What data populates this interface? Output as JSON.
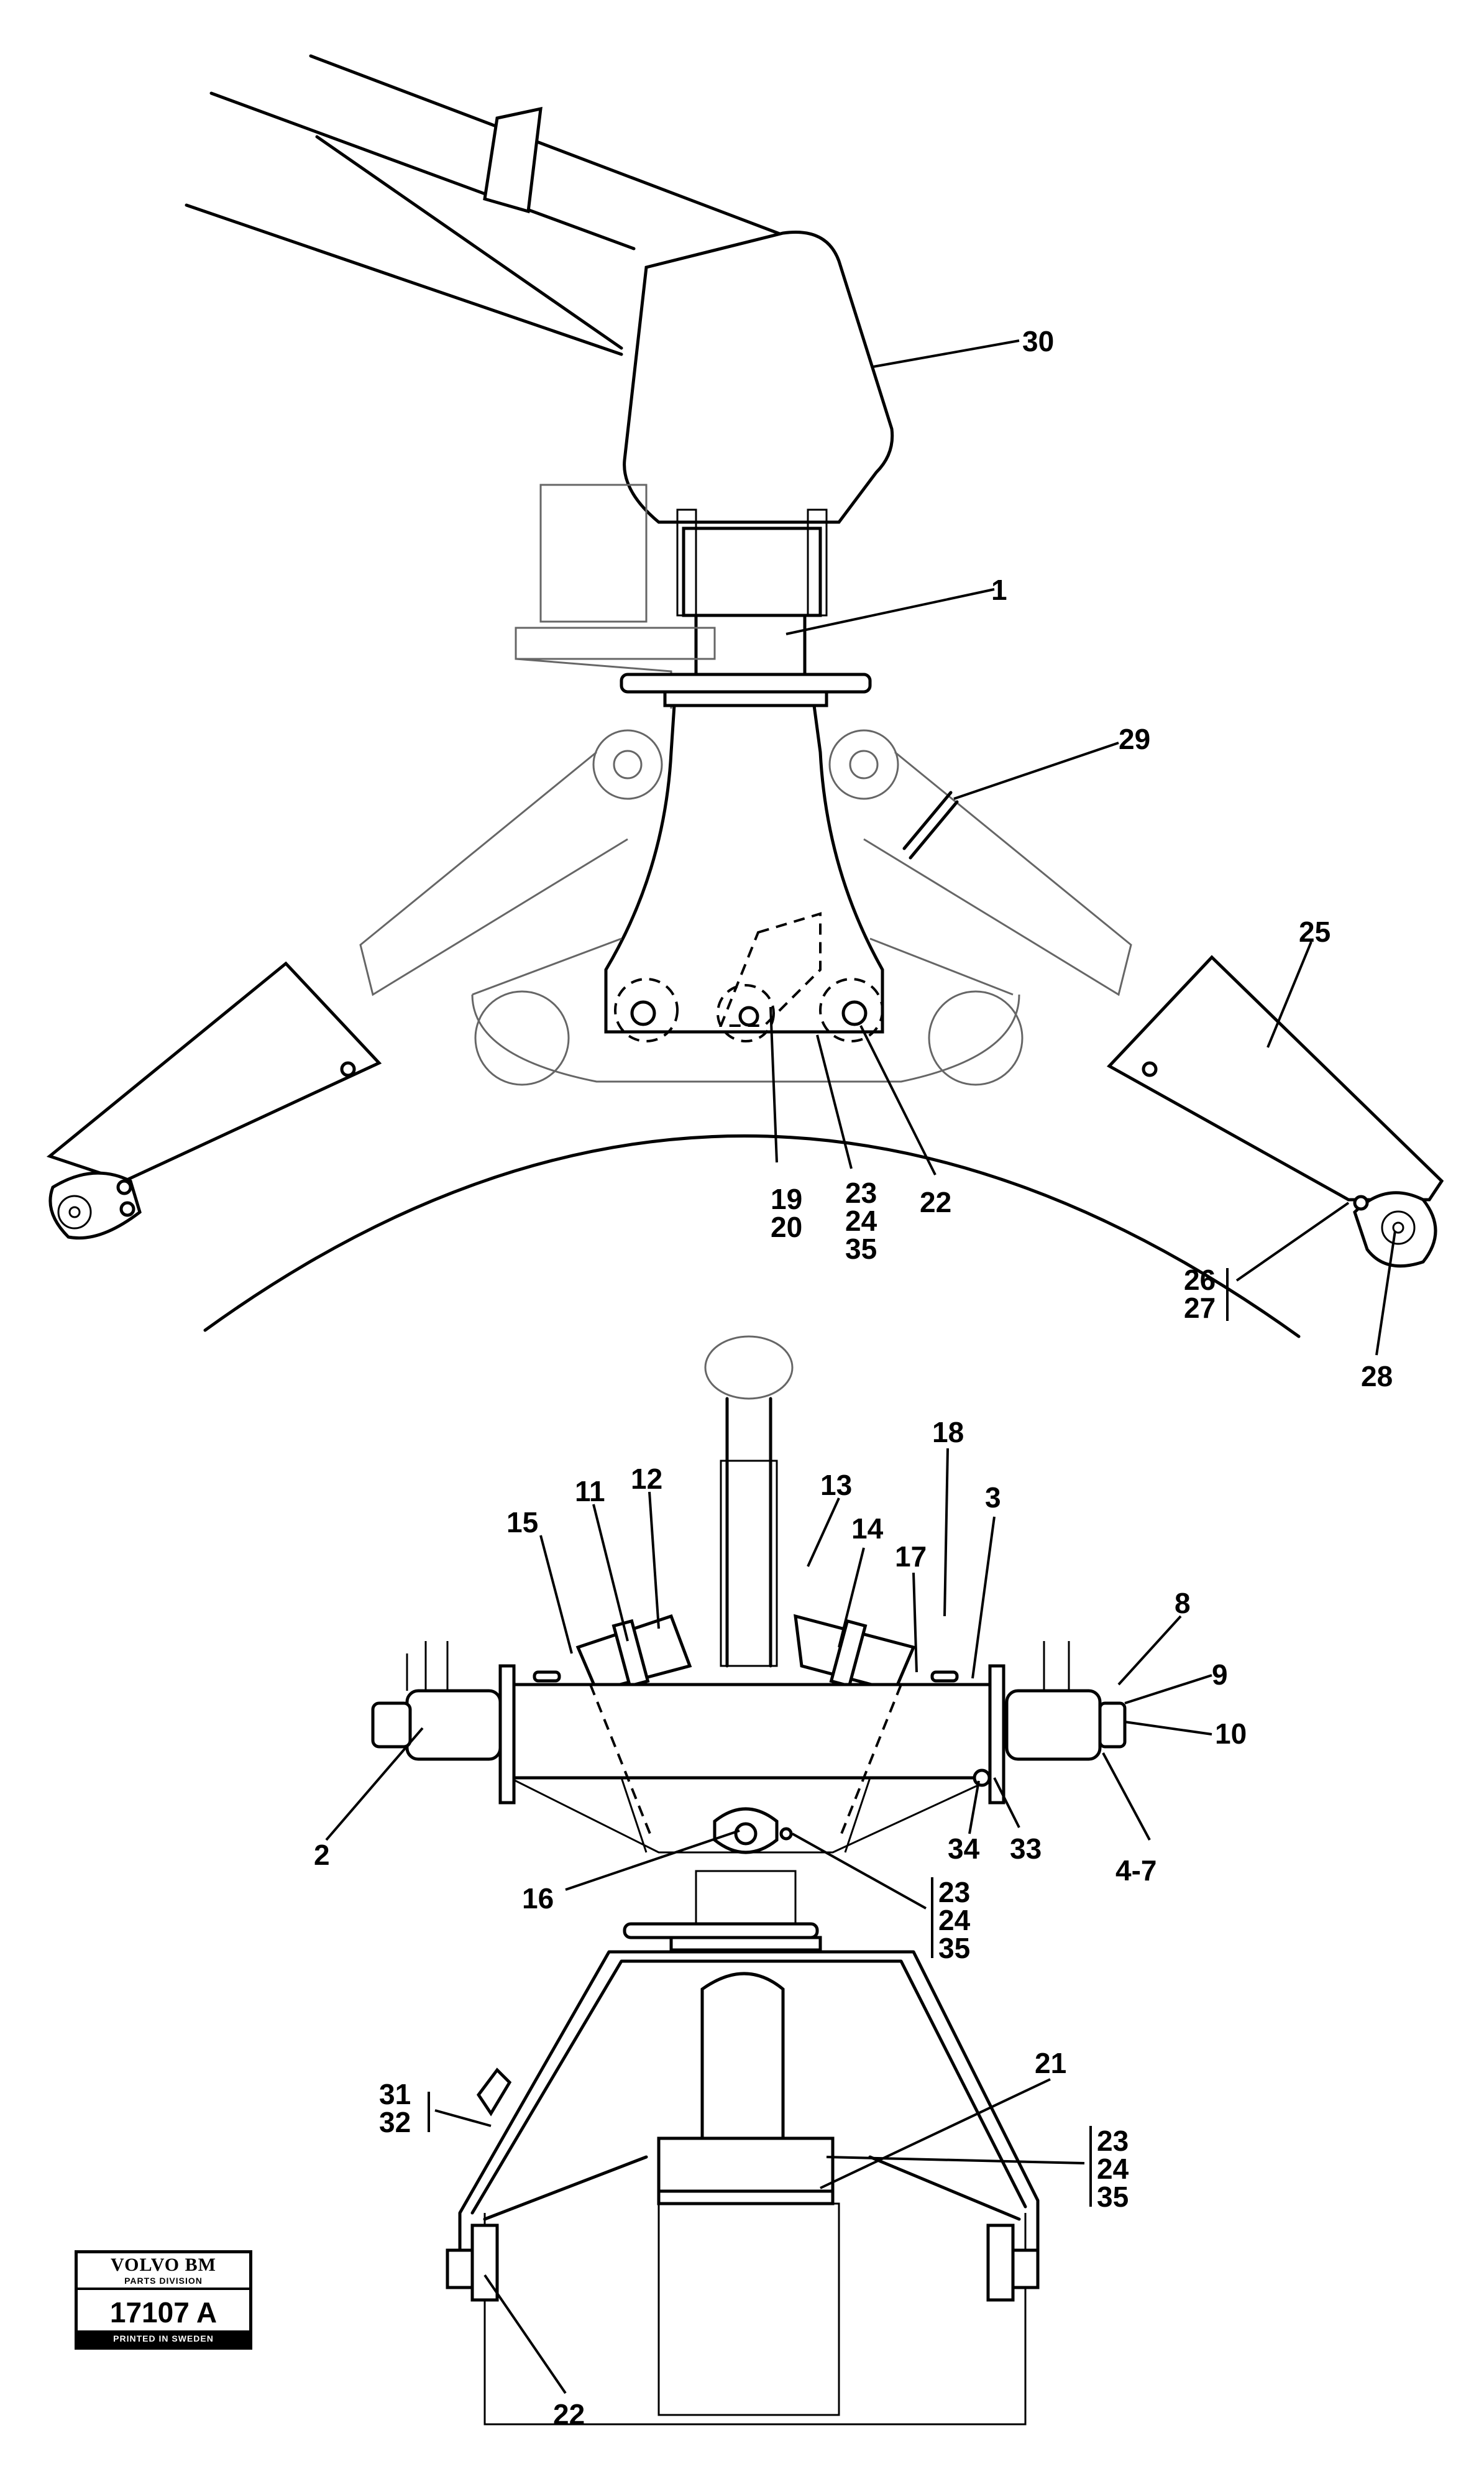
{
  "figure": {
    "labels": [
      "30",
      "1",
      "29",
      "25",
      "19",
      "20",
      "23",
      "24",
      "35",
      "22",
      "26",
      "27",
      "28",
      "18",
      "13",
      "3",
      "11",
      "12",
      "14",
      "15",
      "17",
      "8",
      "9",
      "10",
      "2",
      "34",
      "33",
      "4-7",
      "16",
      "23",
      "24",
      "35",
      "21",
      "31",
      "32",
      "23",
      "24",
      "35",
      "22"
    ]
  },
  "badge": {
    "brand": "VOLVO BM",
    "division": "PARTS DIVISION",
    "number": "17107 A",
    "printed": "PRINTED IN SWEDEN"
  }
}
